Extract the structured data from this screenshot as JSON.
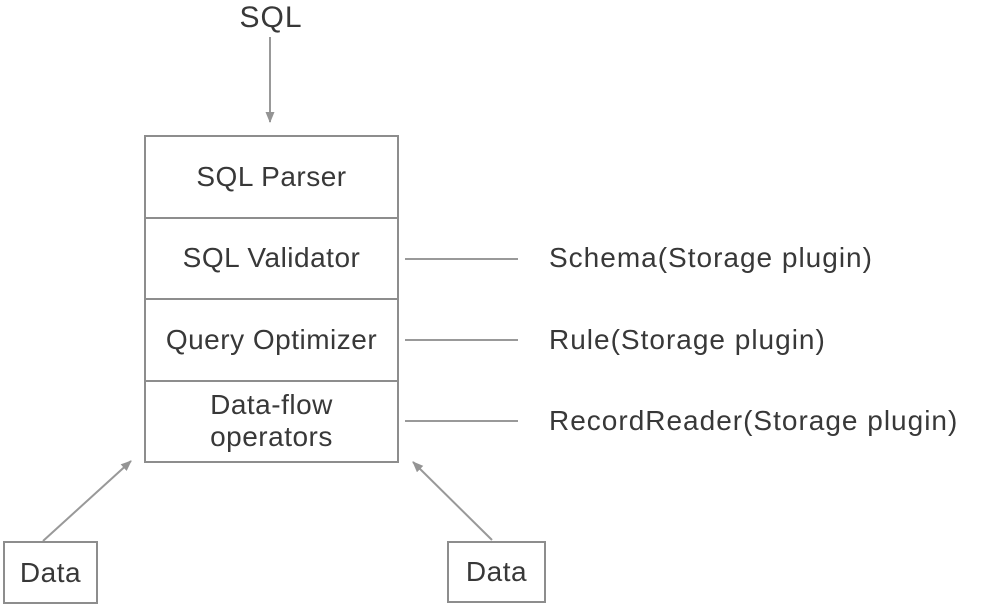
{
  "diagram": {
    "input_label": "SQL",
    "stack_layers": [
      {
        "label": "SQL Parser"
      },
      {
        "label": "SQL Validator"
      },
      {
        "label": "Query Optimizer"
      },
      {
        "label": "Data-flow operators"
      }
    ],
    "plugin_annotations": [
      {
        "label": "Schema(Storage plugin)"
      },
      {
        "label": "Rule(Storage plugin)"
      },
      {
        "label": "RecordReader(Storage plugin)"
      }
    ],
    "data_sources": [
      {
        "label": "Data"
      },
      {
        "label": "Data"
      }
    ],
    "colors": {
      "border": "#8d8d8d",
      "line": "#999999",
      "text": "#383838",
      "background": "#ffffff"
    }
  }
}
